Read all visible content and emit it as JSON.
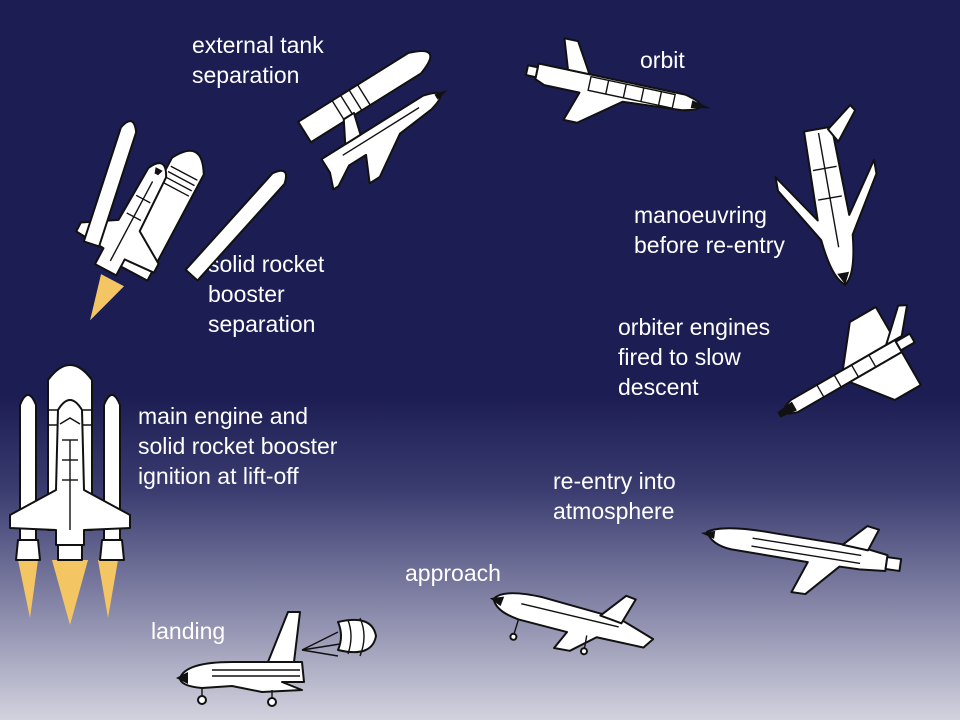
{
  "stages": {
    "liftoff": [
      "main engine and",
      "solid rocket booster",
      "ignition at lift-off"
    ],
    "srb_separation": [
      "solid rocket",
      "booster",
      "separation"
    ],
    "tank_separation": [
      "external tank",
      "separation"
    ],
    "orbit": [
      "orbit"
    ],
    "manoeuvring": [
      "manoeuvring",
      "before re-entry"
    ],
    "engines_fired": [
      "orbiter engines",
      "fired to slow",
      "descent"
    ],
    "reentry": [
      "re-entry into",
      "atmosphere"
    ],
    "approach": [
      "approach"
    ],
    "landing": [
      "landing"
    ]
  },
  "colors": {
    "sky_top": "#1c1d52",
    "sky_bottom": "#d2d2de",
    "label_text": "#ffffff",
    "flame": "#f4c663"
  },
  "icons": [
    "shuttle-liftoff-icon",
    "shuttle-srb-separation-icon",
    "shuttle-tank-separation-icon",
    "shuttle-orbit-icon",
    "shuttle-manoeuvring-icon",
    "shuttle-engines-fired-icon",
    "shuttle-reentry-icon",
    "shuttle-approach-icon",
    "shuttle-landing-icon"
  ]
}
